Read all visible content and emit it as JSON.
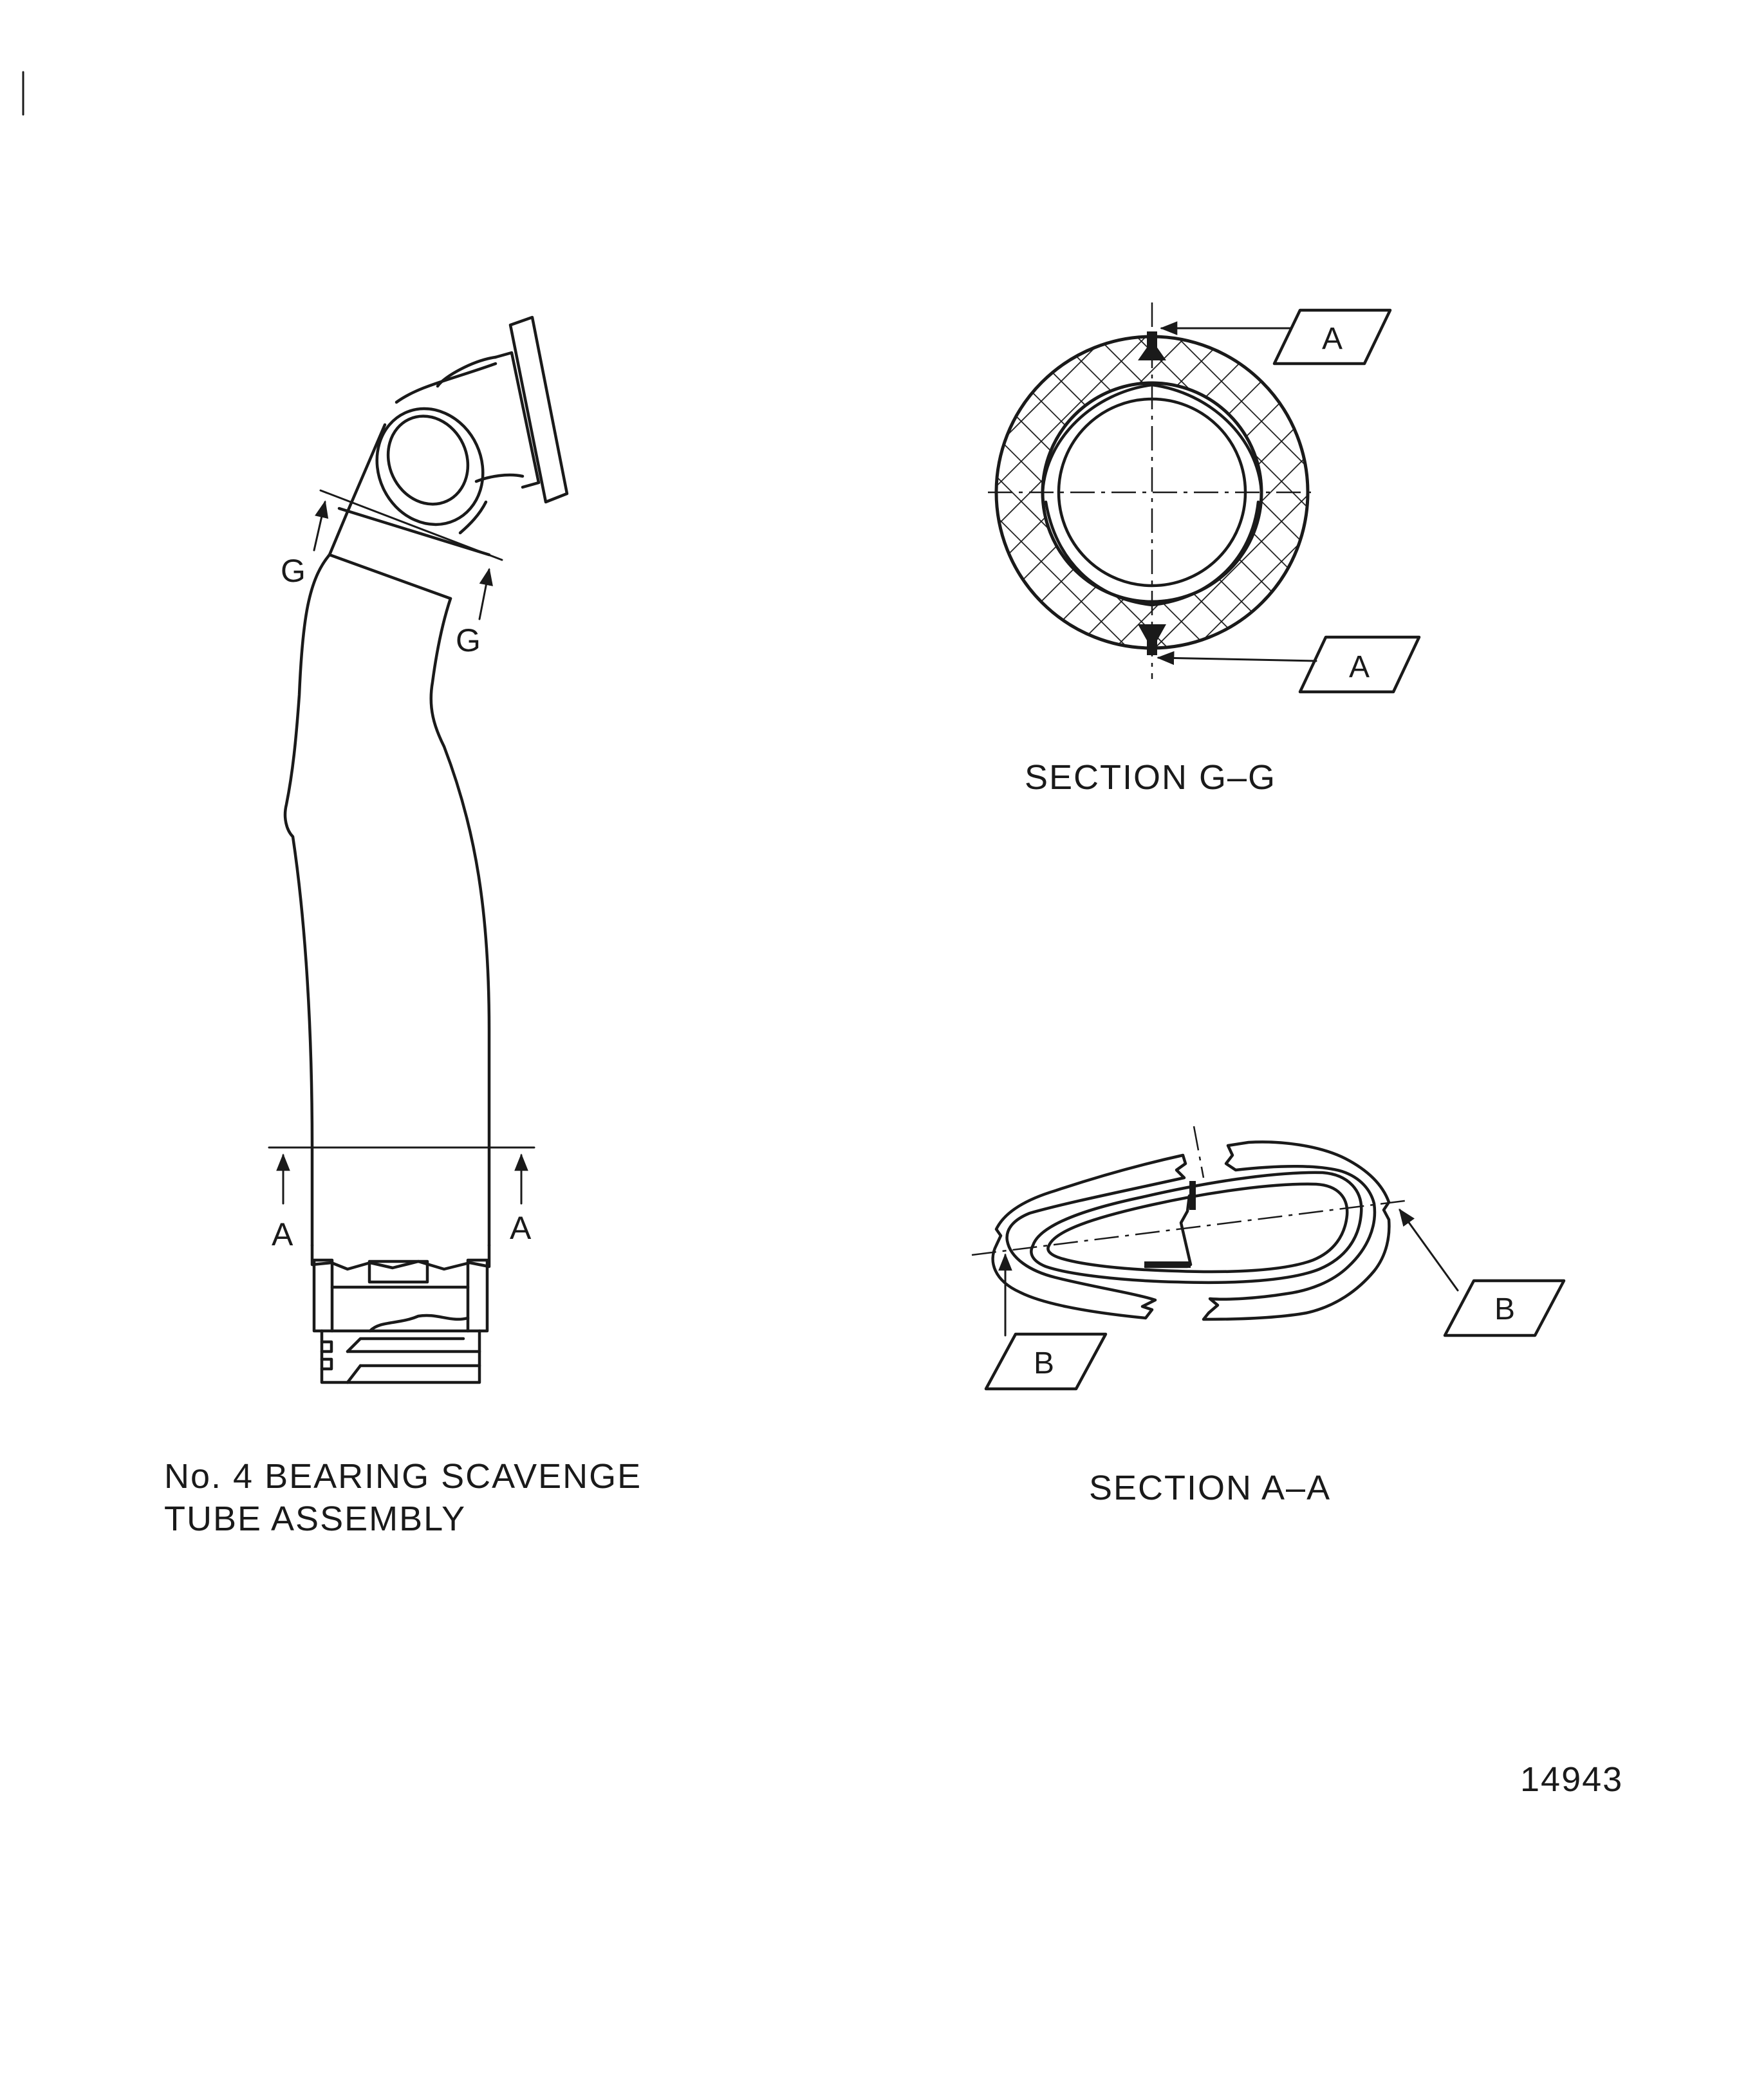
{
  "main_view": {
    "caption_line1": "No. 4 BEARING SCAVENGE",
    "caption_line2": "TUBE ASSEMBLY",
    "section_mark_g_left": "G",
    "section_mark_g_right": "G",
    "section_mark_a_left": "A",
    "section_mark_a_right": "A"
  },
  "section_g": {
    "caption": "SECTION G–G",
    "weld_callout_top": "A",
    "weld_callout_bottom": "A"
  },
  "section_a": {
    "caption": "SECTION A–A",
    "weld_callout_right": "B",
    "weld_callout_left": "B"
  },
  "figure_number": "14943",
  "colors": {
    "ink": "#1a1a1a",
    "paper": "#ffffff"
  }
}
